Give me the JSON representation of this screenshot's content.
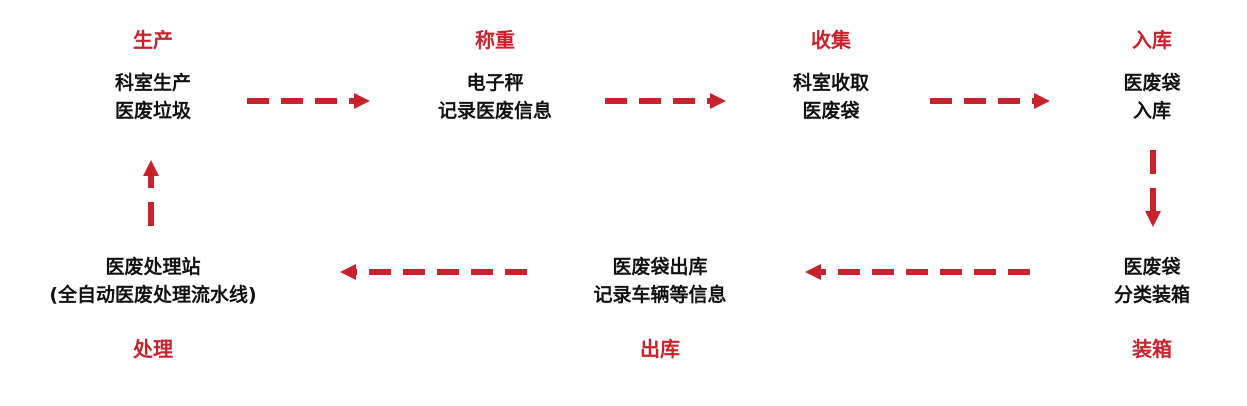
{
  "colors": {
    "accent": "#c8232c",
    "text": "#111111"
  },
  "stages": [
    {
      "id": "production",
      "title": "生产",
      "lines": [
        "科室生产",
        "医废垃圾"
      ]
    },
    {
      "id": "weighing",
      "title": "称重",
      "lines": [
        "电子秤",
        "记录医废信息"
      ]
    },
    {
      "id": "collection",
      "title": "收集",
      "lines": [
        "科室收取",
        "医废袋"
      ]
    },
    {
      "id": "storage-in",
      "title": "入库",
      "lines": [
        "医废袋",
        "入库"
      ]
    },
    {
      "id": "packing",
      "title": "装箱",
      "lines": [
        "医废袋",
        "分类装箱"
      ]
    },
    {
      "id": "storage-out",
      "title": "出库",
      "lines": [
        "医废袋出库",
        "记录车辆等信息"
      ]
    },
    {
      "id": "processing",
      "title": "处理",
      "lines": [
        "医废处理站",
        "(全自动医废处理流水线)"
      ]
    }
  ]
}
